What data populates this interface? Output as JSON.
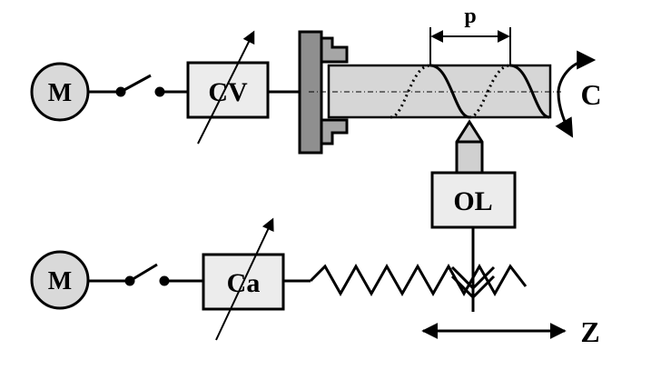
{
  "diagram": {
    "motor_top_label": "M",
    "motor_bottom_label": "M",
    "variator_label": "CV",
    "gearbox_label": "Ca",
    "head_label": "OL",
    "pitch_label": "p",
    "rotation_label": "C",
    "axis_label": "Z"
  },
  "colors": {
    "stroke": "#000000",
    "motor_fill": "#d9d9d9",
    "box_fill": "#ececec",
    "workpiece_fill": "#d6d6d6",
    "chuck_fill": "#909090",
    "tool_fill": "#d0d0d0"
  }
}
